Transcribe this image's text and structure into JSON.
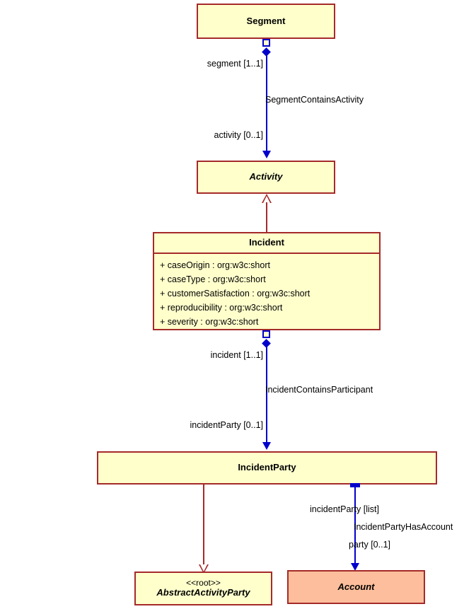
{
  "diagram": {
    "type": "uml-class-diagram",
    "palette": {
      "class_fill": "#FFFFCC",
      "accent_fill": "#FCBE9C",
      "class_border": "#A52A2A",
      "association_line": "#0000CC",
      "generalization_line": "#A52A2A",
      "background": "#FFFFFF",
      "text": "#000000"
    }
  },
  "classes": {
    "segment": {
      "name": "Segment",
      "abstract": false,
      "stereotype": "",
      "attributes": []
    },
    "activity": {
      "name": "Activity",
      "abstract": true,
      "stereotype": "",
      "attributes": []
    },
    "incident": {
      "name": "Incident",
      "abstract": false,
      "stereotype": "",
      "attributes": [
        "+ caseOrigin : org:w3c:short",
        "+ caseType : org:w3c:short",
        "+ customerSatisfaction : org:w3c:short",
        "+ reproducibility : org:w3c:short",
        "+ severity : org:w3c:short"
      ]
    },
    "incident_party": {
      "name": "IncidentParty",
      "abstract": false,
      "stereotype": "",
      "attributes": []
    },
    "abstract_activity_party": {
      "name": "AbstractActivityParty",
      "abstract": true,
      "stereotype": "<<root>>",
      "attributes": []
    },
    "account": {
      "name": "Account",
      "abstract": true,
      "stereotype": "",
      "attributes": []
    }
  },
  "relationships": {
    "segment_contains_activity": {
      "name": "SegmentContainsActivity",
      "source_role": "segment [1..1]",
      "target_role": "activity [0..1]",
      "kind": "composition"
    },
    "incident_contains_participant": {
      "name": "IncidentContainsParticipant",
      "source_role": "incident [1..1]",
      "target_role": "incidentParty [0..1]",
      "kind": "composition"
    },
    "incident_party_has_account": {
      "name": "IncidentPartyHasAccount",
      "source_role": "incidentParty [list]",
      "target_role": "party [0..1]",
      "kind": "association"
    },
    "incident_generalizes_activity": {
      "name": "",
      "kind": "generalization"
    },
    "incident_party_generalizes_abstract_activity_party": {
      "name": "",
      "kind": "generalization"
    }
  }
}
